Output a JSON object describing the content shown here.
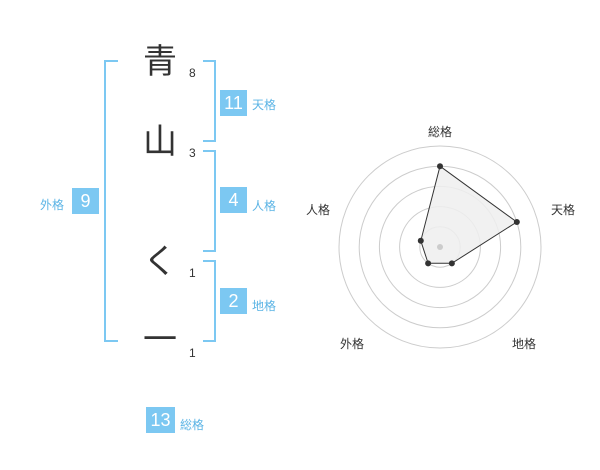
{
  "name_chars": [
    {
      "char": "青",
      "strokes": "8"
    },
    {
      "char": "山",
      "strokes": "3"
    },
    {
      "char": "く",
      "strokes": "1"
    },
    {
      "char": "一",
      "strokes": "1"
    }
  ],
  "fortunes": {
    "tenkaku": {
      "value": "11",
      "label": "天格"
    },
    "jinkaku": {
      "value": "4",
      "label": "人格"
    },
    "chikaku": {
      "value": "2",
      "label": "地格"
    },
    "gaikaku": {
      "value": "9",
      "label": "外格"
    },
    "soukaku": {
      "value": "13",
      "label": "総格"
    }
  },
  "colors": {
    "accent": "#7cc8f2",
    "label": "#5bb4e5",
    "text": "#333333"
  },
  "chart_data": {
    "type": "radar",
    "axes": [
      "総格",
      "天格",
      "地格",
      "外格",
      "人格"
    ],
    "values": [
      4,
      4,
      1,
      1,
      1
    ],
    "rmax": 5,
    "rings": 5
  }
}
